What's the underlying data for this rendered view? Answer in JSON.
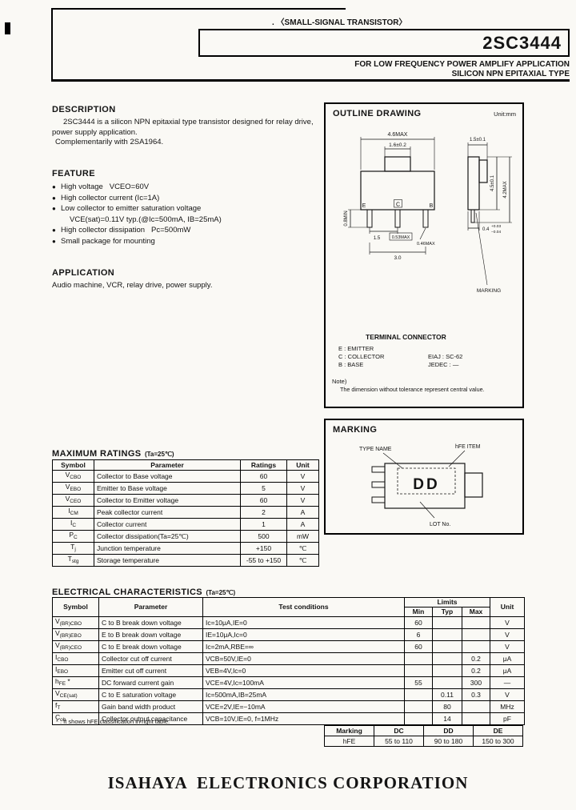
{
  "header": {
    "category": ".  〈SMALL-SIGNAL TRANSISTOR〉",
    "part_number": "2SC3444",
    "subtitle1": "FOR LOW FREQUENCY POWER AMPLIFY APPLICATION",
    "subtitle2": "SILICON NPN EPITAXIAL TYPE"
  },
  "description": {
    "title": "DESCRIPTION",
    "p1": "2SC3444 is a silicon NPN epitaxial type transistor designed for relay drive, power supply application.",
    "p2": "Complementarily with 2SA1964."
  },
  "feature": {
    "title": "FEATURE",
    "items": [
      {
        "bullet": "●",
        "text": "High voltage   VCEO=60V"
      },
      {
        "bullet": "●",
        "text": "High collector current (Ic=1A)"
      },
      {
        "bullet": "●",
        "text": "Low collector to emitter saturation voltage"
      },
      {
        "bullet": "",
        "text": "VCE(sat)=0.11V typ.(@Ic=500mA, IB=25mA)"
      },
      {
        "bullet": "●",
        "text": "High collector dissipation   Pc=500mW"
      },
      {
        "bullet": "●",
        "text": "Small package for mounting"
      }
    ]
  },
  "application": {
    "title": "APPLICATION",
    "text": "Audio machine, VCR, relay drive, power supply."
  },
  "outline": {
    "title": "OUTLINE DRAWING",
    "unit": "Unit:mm",
    "dims": {
      "w_total": "4.6MAX",
      "w_tab": "1.6±0.2",
      "side_w": "1.5±0.1",
      "h_body": "4.5±0.1",
      "h_total": "4.2MAX",
      "lead_len": "0.8MIN",
      "pitch": "1.5",
      "lead_c": "0.53MAX",
      "lead_w": "0.46MAX",
      "span": "3.0",
      "thk": "0.4",
      "thk_plus": "+0.03",
      "thk_minus": "−0.04",
      "marking": "MARKING",
      "e": "E",
      "c": "C",
      "b": "B"
    },
    "terminal": {
      "title": "TERMINAL CONNECTOR",
      "e": "E : EMITTER",
      "c": "C : COLLECTOR",
      "b": "B : BASE",
      "eiaj": "EIAJ : SC-62",
      "jedec": "JEDEC : —"
    },
    "note_head": "Note)",
    "note_body": "The dimension without tolerance represent central value."
  },
  "marking": {
    "title": "MARKING",
    "type_name": "TYPE NAME",
    "hfe_item": "hFE ITEM",
    "code": "DD",
    "lot": "LOT No."
  },
  "max_ratings": {
    "title": "MAXIMUM RATINGS",
    "suffix": "(Ta=25℃)",
    "headers": [
      "Symbol",
      "Parameter",
      "Ratings",
      "Unit"
    ],
    "rows": [
      {
        "sym": "V",
        "sub": "CBO",
        "param": "Collector to Base voltage",
        "rating": "60",
        "unit": "V"
      },
      {
        "sym": "V",
        "sub": "EBO",
        "param": "Emitter to Base voltage",
        "rating": "5",
        "unit": "V"
      },
      {
        "sym": "V",
        "sub": "CEO",
        "param": "Collector to Emitter voltage",
        "rating": "60",
        "unit": "V"
      },
      {
        "sym": "I",
        "sub": "CM",
        "param": "Peak collector current",
        "rating": "2",
        "unit": "A"
      },
      {
        "sym": "I",
        "sub": "C",
        "param": "Collector current",
        "rating": "1",
        "unit": "A"
      },
      {
        "sym": "P",
        "sub": "C",
        "param": "Collector dissipation(Ta=25℃)",
        "rating": "500",
        "unit": "mW"
      },
      {
        "sym": "T",
        "sub": "j",
        "param": "Junction temperature",
        "rating": "+150",
        "unit": "℃"
      },
      {
        "sym": "T",
        "sub": "stg",
        "param": "Storage temperature",
        "rating": "-55 to +150",
        "unit": "℃"
      }
    ]
  },
  "elec": {
    "title": "ELECTRICAL CHARACTERISTICS",
    "suffix": "(Ta=25℃)",
    "h_symbol": "Symbol",
    "h_parameter": "Parameter",
    "h_conditions": "Test conditions",
    "h_limits": "Limits",
    "h_min": "Min",
    "h_typ": "Typ",
    "h_max": "Max",
    "h_unit": "Unit",
    "rows": [
      {
        "sym": "V",
        "sub": "(BR)CBO",
        "suf": "",
        "param": "C to B break down voltage",
        "cond": "Ic=10μA,IE=0",
        "min": "60",
        "typ": "",
        "max": "",
        "unit": "V"
      },
      {
        "sym": "V",
        "sub": "(BR)EBO",
        "suf": "",
        "param": "E to B break down voltage",
        "cond": "IE=10μA,Ic=0",
        "min": "6",
        "typ": "",
        "max": "",
        "unit": "V"
      },
      {
        "sym": "V",
        "sub": "(BR)CEO",
        "suf": "",
        "param": "C to E break down voltage",
        "cond": "Ic=2mA,RBE=∞",
        "min": "60",
        "typ": "",
        "max": "",
        "unit": "V"
      },
      {
        "sym": "I",
        "sub": "CBO",
        "suf": "",
        "param": "Collector cut off current",
        "cond": "VCB=50V,IE=0",
        "min": "",
        "typ": "",
        "max": "0.2",
        "unit": "μA"
      },
      {
        "sym": "I",
        "sub": "EBO",
        "suf": "",
        "param": "Emitter cut off current",
        "cond": "VEB=4V,Ic=0",
        "min": "",
        "typ": "",
        "max": "0.2",
        "unit": "μA"
      },
      {
        "sym": "h",
        "sub": "FE",
        "suf": " *",
        "param": "DC forward current gain",
        "cond": "VCE=4V,Ic=100mA",
        "min": "55",
        "typ": "",
        "max": "300",
        "unit": "—"
      },
      {
        "sym": "V",
        "sub": "CE(sat)",
        "suf": "",
        "param": "C to E saturation voltage",
        "cond": "Ic=500mA,IB=25mA",
        "min": "",
        "typ": "0.11",
        "max": "0.3",
        "unit": "V"
      },
      {
        "sym": "f",
        "sub": "T",
        "suf": "",
        "param": "Gain band width product",
        "cond": "VCE=2V,IE=−10mA",
        "min": "",
        "typ": "80",
        "max": "",
        "unit": "MHz"
      },
      {
        "sym": "C",
        "sub": "ob",
        "suf": "",
        "param": "Collector output capacitance",
        "cond": "VCB=10V,IE=0, f=1MHz",
        "min": "",
        "typ": "14",
        "max": "",
        "unit": "pF"
      }
    ],
    "footnote": "* : It shows hFE classification in right table."
  },
  "hfe_class": {
    "h_marking": "Marking",
    "h1": "DC",
    "h2": "DD",
    "h3": "DE",
    "r_label": "hFE",
    "v1": "55 to 110",
    "v2": "90 to 180",
    "v3": "150 to 300"
  },
  "footer": "ISAHAYA  ELECTRONICS CORPORATION"
}
